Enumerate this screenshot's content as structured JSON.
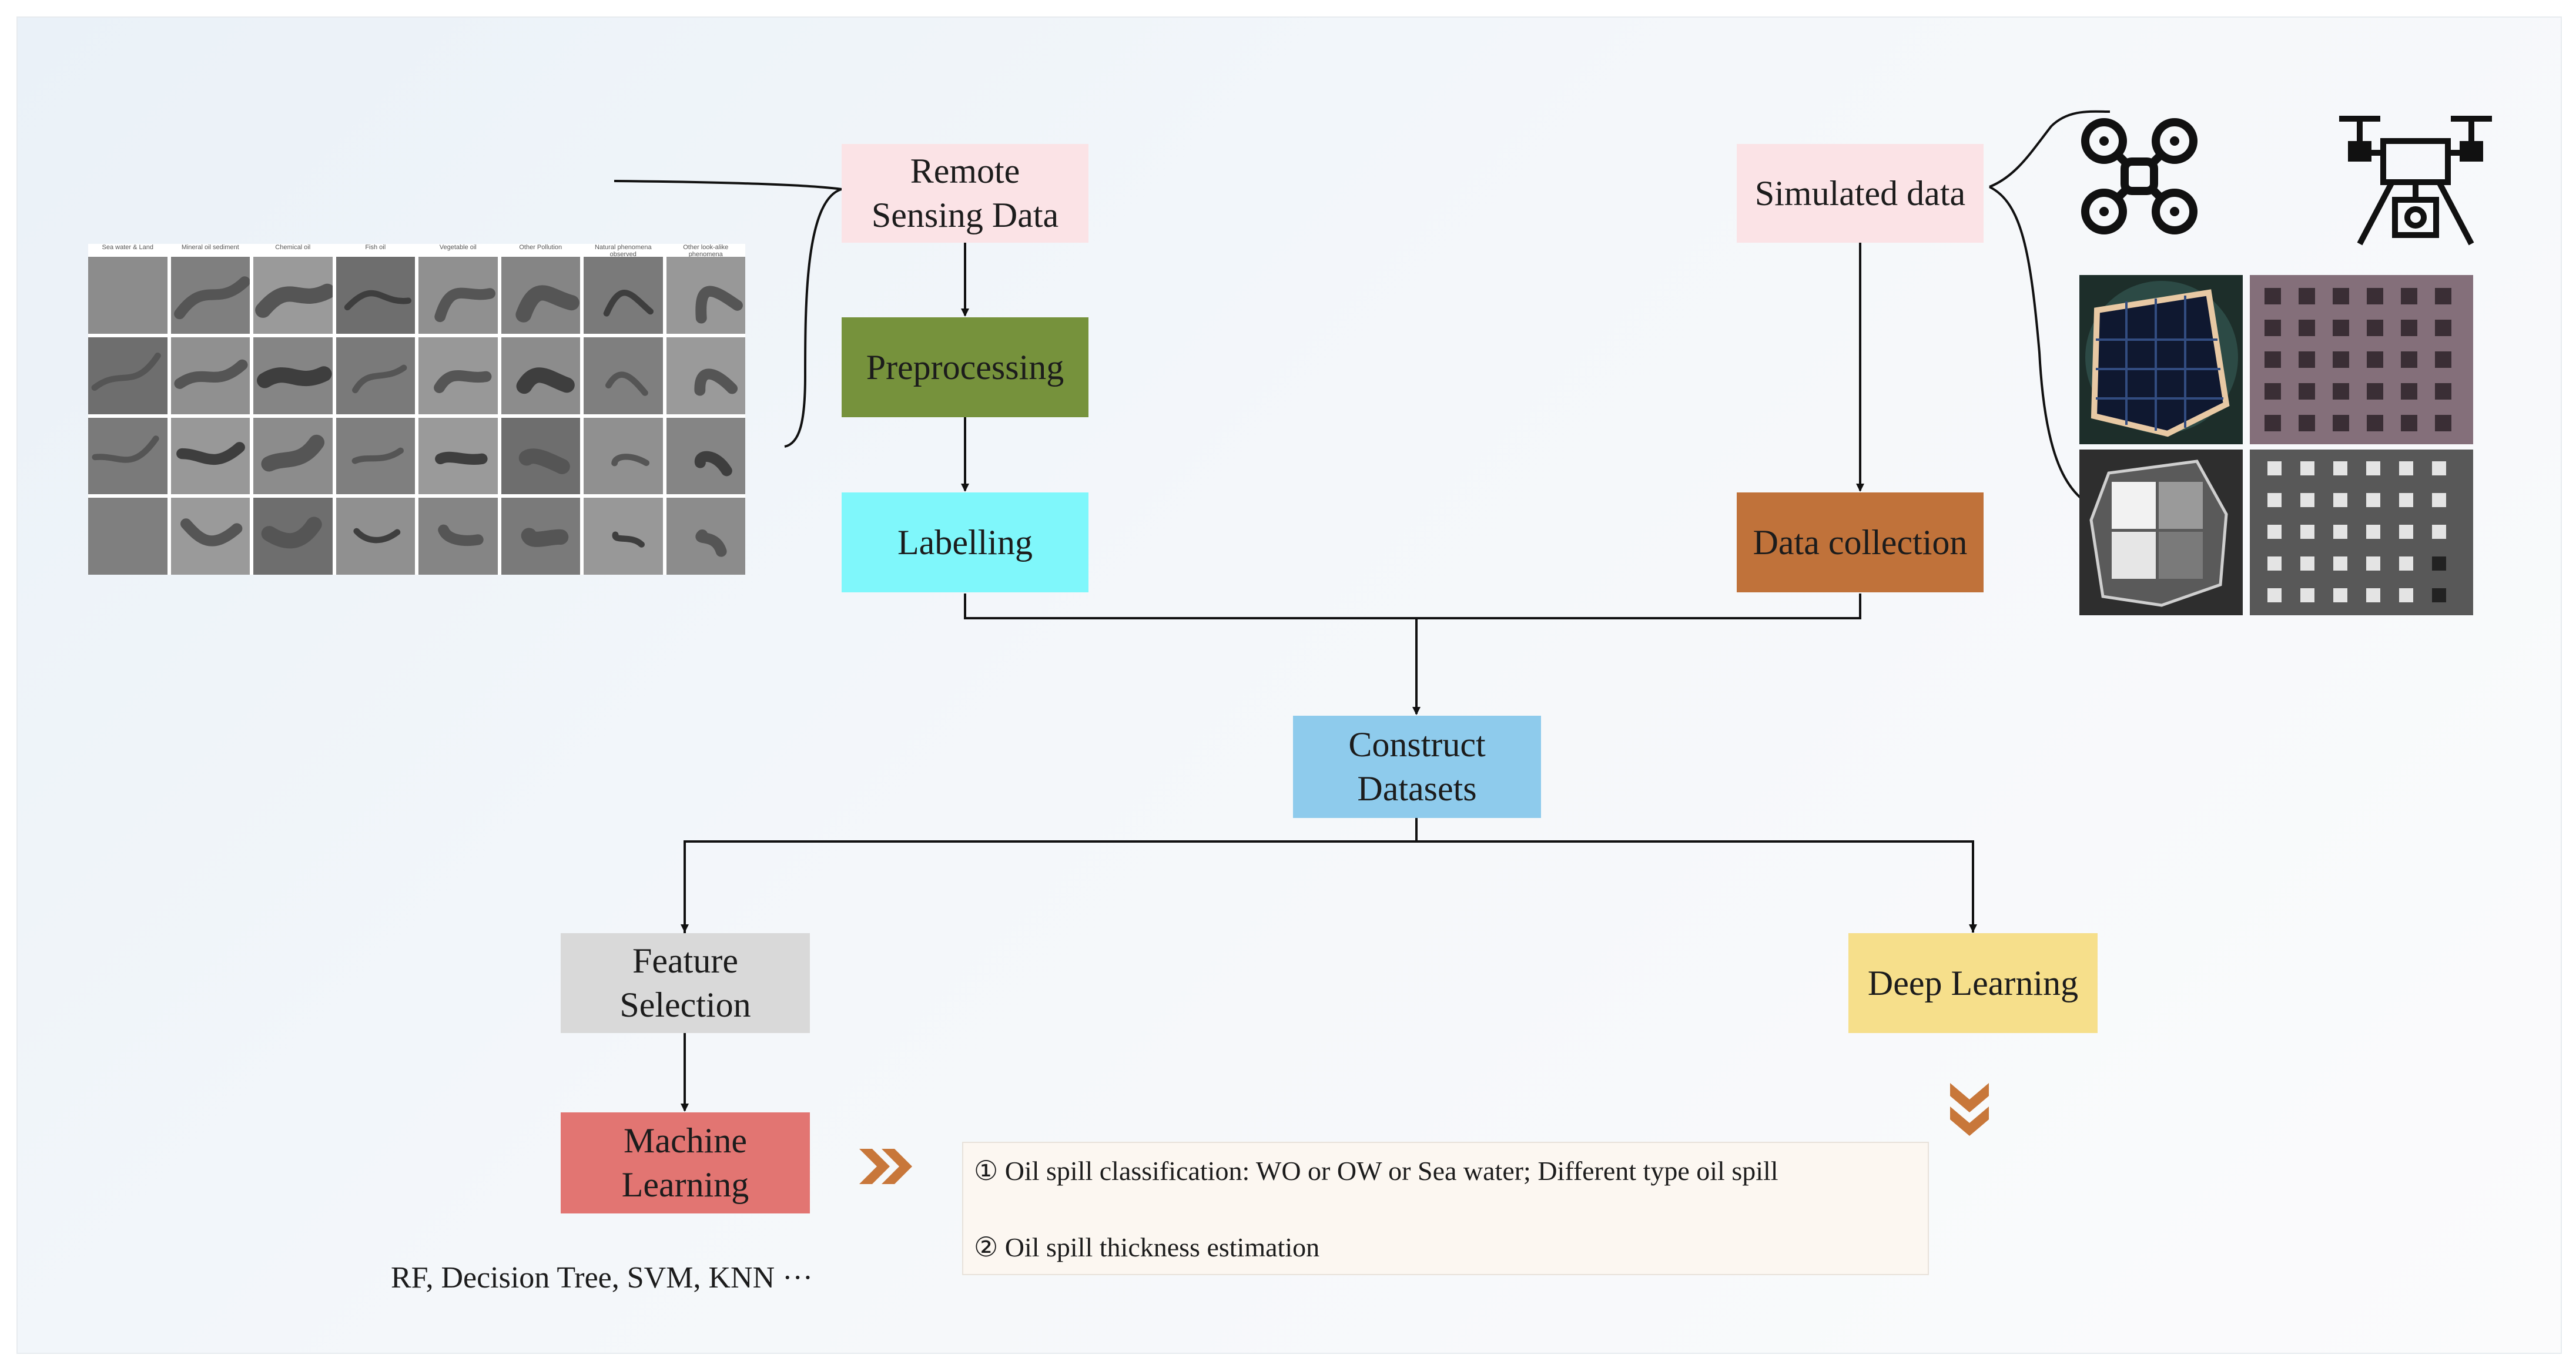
{
  "nodes": {
    "remote_sensing": "Remote\nSensing Data",
    "preprocessing": "Preprocessing",
    "labelling": "Labelling",
    "simulated": "Simulated data",
    "data_collection": "Data collection",
    "construct": "Construct\nDatasets",
    "feature_selection": "Feature\nSelection",
    "deep_learning": "Deep Learning",
    "machine_learning": "Machine\nLearning"
  },
  "ml_methods": "RF, Decision Tree, SVM, KNN ···",
  "results": {
    "item1": "① Oil spill classification: WO or OW or Sea water; Different type oil spill",
    "item2": "② Oil spill thickness estimation"
  },
  "sample_grid_headers": [
    "Sea water & Land",
    "Mineral oil sediment",
    "Chemical oil",
    "Fish oil",
    "Vegetable oil",
    "Other Pollution",
    "Natural phenomena observed",
    "Other look-alike phenomena"
  ],
  "colors": {
    "remote_sensing": "#fbe3e6",
    "preprocessing": "#76923c",
    "labelling": "#7ff7fb",
    "simulated": "#fbe3e6",
    "data_collection": "#c0723a",
    "construct": "#8ecbec",
    "feature_selection": "#d9d9d9",
    "deep_learning": "#f6df8b",
    "machine_learning": "#e27572",
    "chevron": "#c8773a"
  },
  "icons": [
    "drone-quadcopter-icon",
    "drone-camera-icon",
    "double-chevron-right-icon",
    "double-chevron-down-icon"
  ]
}
